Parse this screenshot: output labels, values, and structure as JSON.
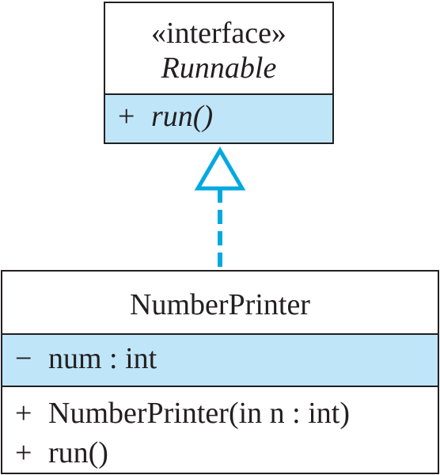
{
  "interface": {
    "stereotype": "«interface»",
    "name": "Runnable",
    "operations": [
      {
        "visibility": "+",
        "signature": "run()"
      }
    ]
  },
  "class": {
    "name": "NumberPrinter",
    "attributes": [
      {
        "visibility": "−",
        "signature": "num : int"
      }
    ],
    "operations": [
      {
        "visibility": "+",
        "signature": "NumberPrinter(in n : int)"
      },
      {
        "visibility": "+",
        "signature": "run()"
      }
    ]
  },
  "relationship": {
    "type": "realization",
    "from": "NumberPrinter",
    "to": "Runnable"
  },
  "colors": {
    "highlight": "#bfe5f8",
    "arrow": "#00a9e0",
    "border": "#231f20"
  }
}
